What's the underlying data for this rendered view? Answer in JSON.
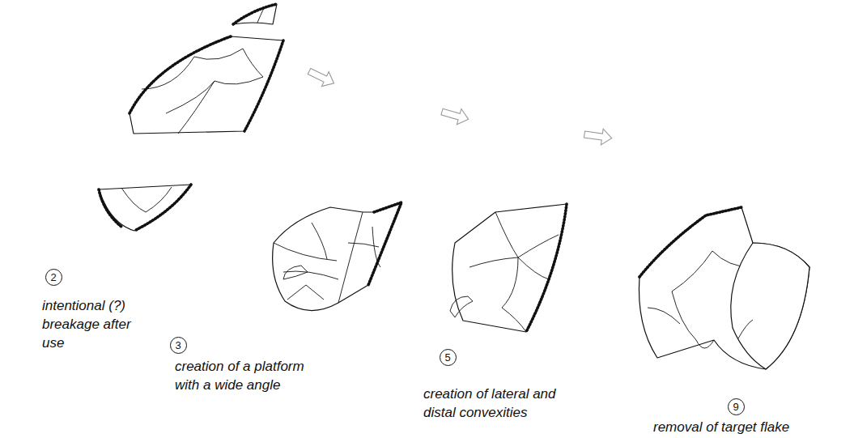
{
  "diagram": {
    "nodes": [
      {
        "text": [
          "2"
        ]
      },
      {
        "text": [
          "3"
        ]
      },
      {
        "text": [
          "5"
        ]
      },
      {
        "text": [
          "9"
        ]
      }
    ],
    "labels": [
      "intentional (?) breakage after use",
      "creation of a platform with a wide angle",
      "creation of lateral and distal convexities",
      "removal of target flake"
    ]
  }
}
